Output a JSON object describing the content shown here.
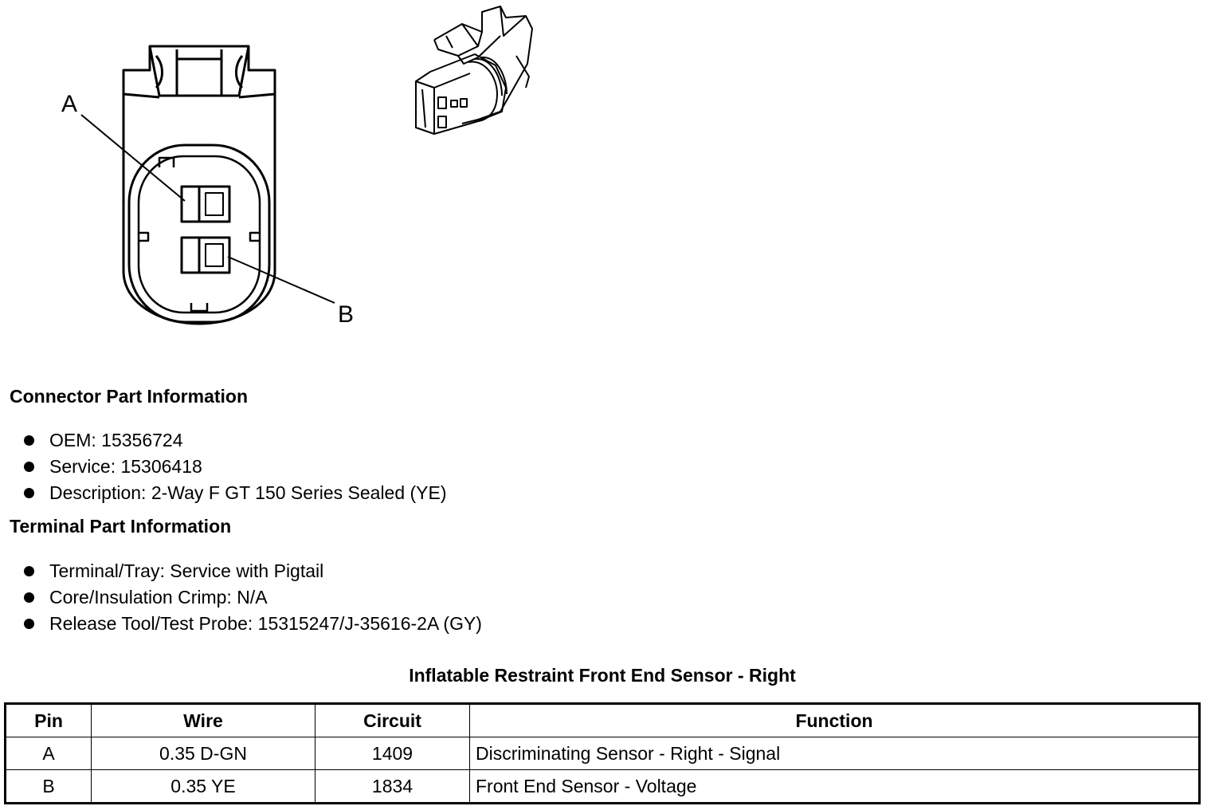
{
  "diagram": {
    "pin_labels": [
      "A",
      "B"
    ]
  },
  "connector_info": {
    "heading": "Connector Part Information",
    "items": [
      "OEM: 15356724",
      "Service: 15306418",
      "Description: 2-Way F GT 150 Series Sealed (YE)"
    ]
  },
  "terminal_info": {
    "heading": "Terminal Part Information",
    "items": [
      "Terminal/Tray: Service with Pigtail",
      "Core/Insulation Crimp: N/A",
      "Release Tool/Test Probe: 15315247/J-35616-2A (GY)"
    ]
  },
  "table": {
    "title": "Inflatable Restraint Front End Sensor - Right",
    "headers": [
      "Pin",
      "Wire",
      "Circuit",
      "Function"
    ],
    "rows": [
      [
        "A",
        "0.35 D-GN",
        "1409",
        "Discriminating Sensor - Right - Signal"
      ],
      [
        "B",
        "0.35 YE",
        "1834",
        "Front End Sensor - Voltage"
      ]
    ]
  }
}
